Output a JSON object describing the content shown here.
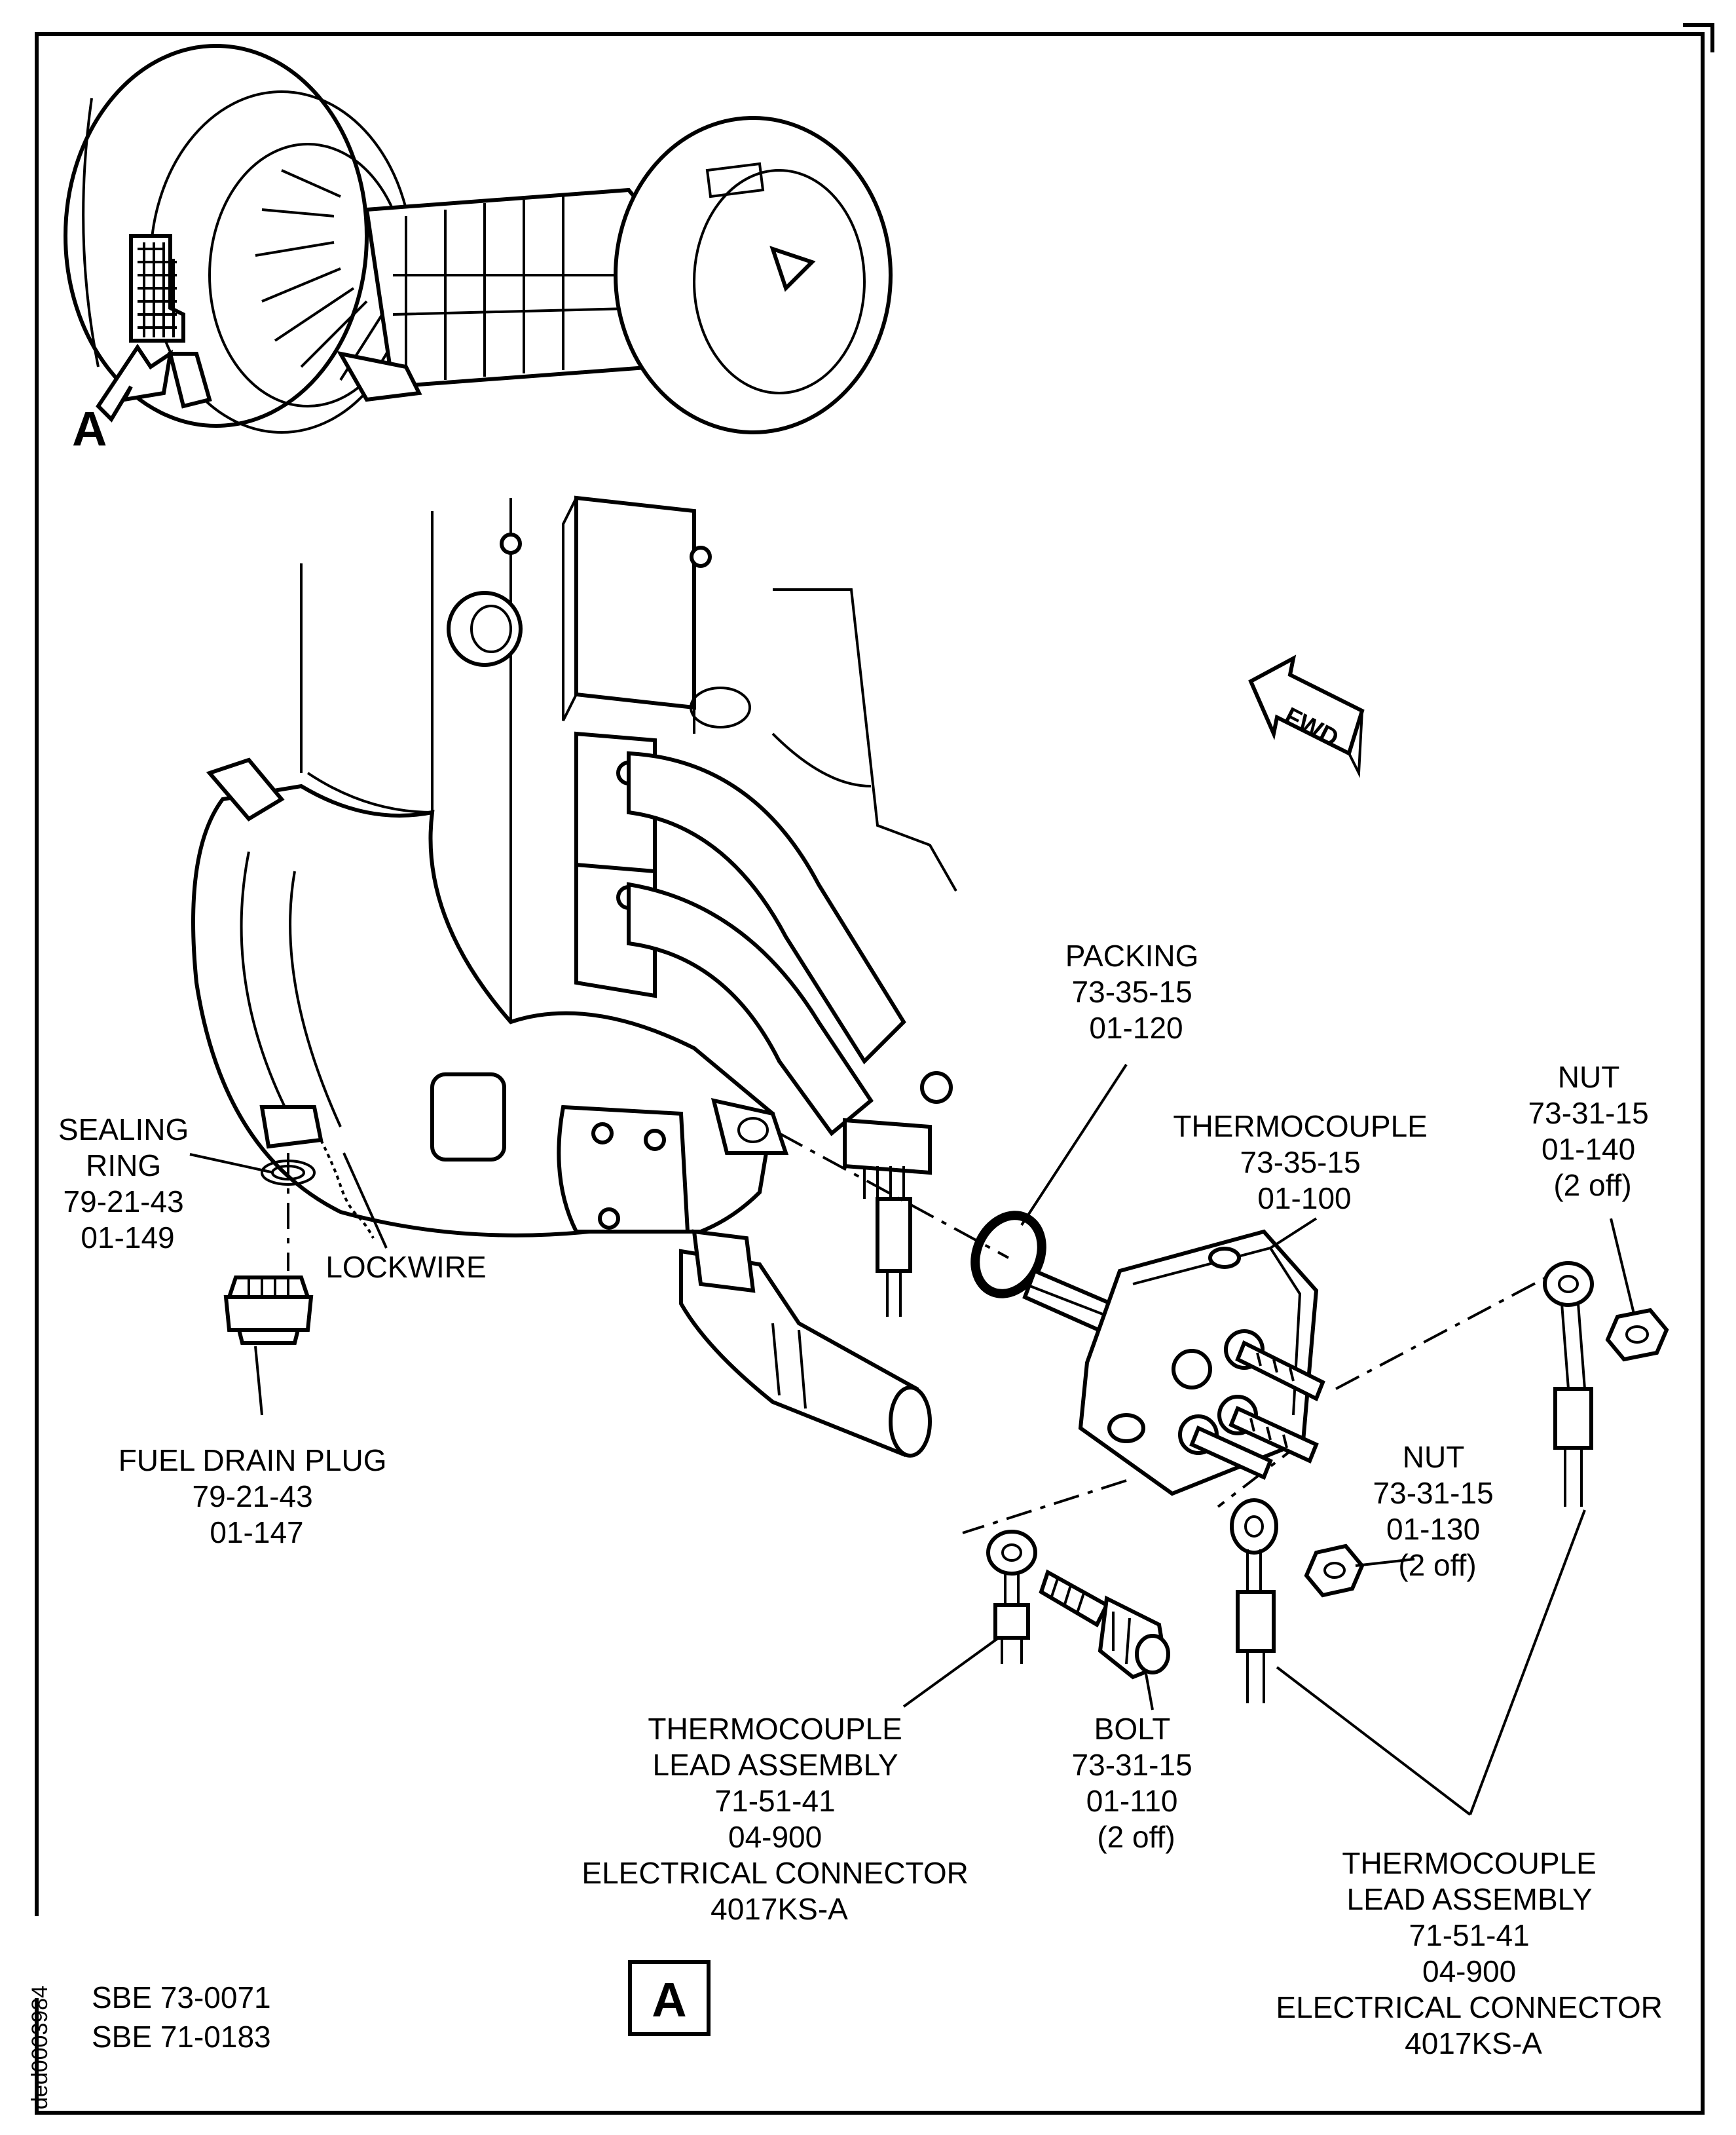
{
  "figure": {
    "view_callout_top": "A",
    "view_label": "A",
    "fwd_label": "FWD",
    "figure_id": "ded0003984",
    "sb_refs": [
      "SBE 73-0071",
      "SBE 71-0183"
    ]
  },
  "labels": {
    "sealing_ring": [
      "SEALING",
      "RING",
      "79-21-43",
      "01-149"
    ],
    "lockwire": [
      "LOCKWIRE"
    ],
    "fuel_drain_plug": [
      "FUEL DRAIN PLUG",
      "79-21-43",
      "01-147"
    ],
    "packing": [
      "PACKING",
      "73-35-15",
      "01-120"
    ],
    "thermocouple": [
      "THERMOCOUPLE",
      "73-35-15",
      "01-100"
    ],
    "nut_140": [
      "NUT",
      "73-31-15",
      "01-140",
      "(2 off)"
    ],
    "nut_130": [
      "NUT",
      "73-31-15",
      "01-130",
      "(2 off)"
    ],
    "bolt": [
      "BOLT",
      "73-31-15",
      "01-110",
      "(2 off)"
    ],
    "lead_left": [
      "THERMOCOUPLE",
      "LEAD ASSEMBLY",
      "71-51-41",
      "04-900",
      "ELECTRICAL CONNECTOR",
      "4017KS-A"
    ],
    "lead_right": [
      "THERMOCOUPLE",
      "LEAD ASSEMBLY",
      "71-51-41",
      "04-900",
      "ELECTRICAL CONNECTOR",
      "4017KS-A"
    ]
  }
}
